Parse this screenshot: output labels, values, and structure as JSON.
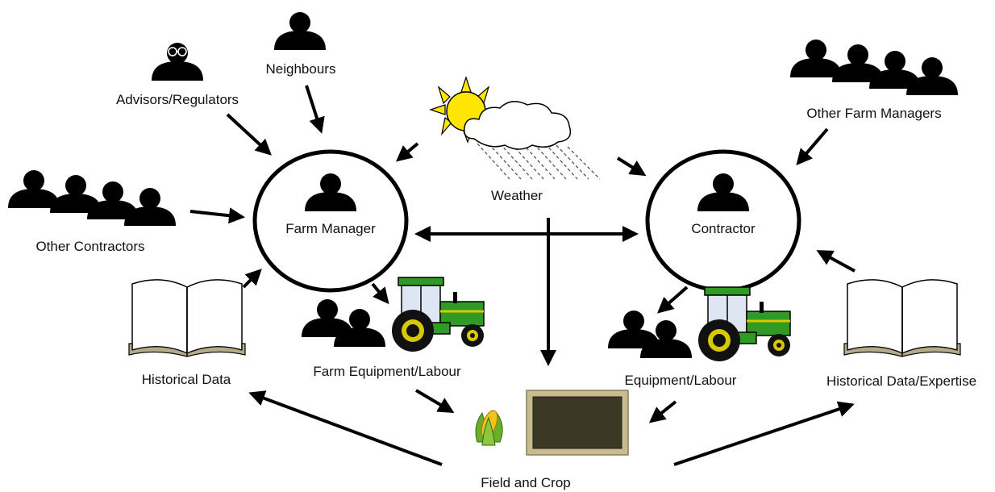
{
  "labels": {
    "neighbours": "Neighbours",
    "advisors": "Advisors/Regulators",
    "other_contractors": "Other Contractors",
    "farm_manager": "Farm Manager",
    "weather": "Weather",
    "contractor": "Contractor",
    "other_farm_managers": "Other Farm Managers",
    "historical_data_left": "Historical Data",
    "farm_equipment_labour": "Farm Equipment/Labour",
    "equipment_labour": "Equipment/Labour",
    "historical_data_right": "Historical Data/Expertise",
    "field_and_crop": "Field and Crop"
  },
  "icons": {
    "person": "person-icon",
    "person_glasses": "advisor-icon",
    "group": "people-group-icon",
    "book": "open-book-icon",
    "tractor": "tractor-icon",
    "sun_cloud_rain": "weather-icon",
    "corn": "corn-icon",
    "field": "field-icon"
  },
  "colors": {
    "ink": "#000000",
    "sun": "#ffe600",
    "tractor_body": "#2f9a24",
    "tractor_cab": "#dde6f2",
    "tractor_wheel_rim": "#d8c800",
    "field_border": "#c8bb8e",
    "field_fill": "#3b3826",
    "book_page": "#ffffff",
    "book_edge": "#b4ab8a"
  }
}
